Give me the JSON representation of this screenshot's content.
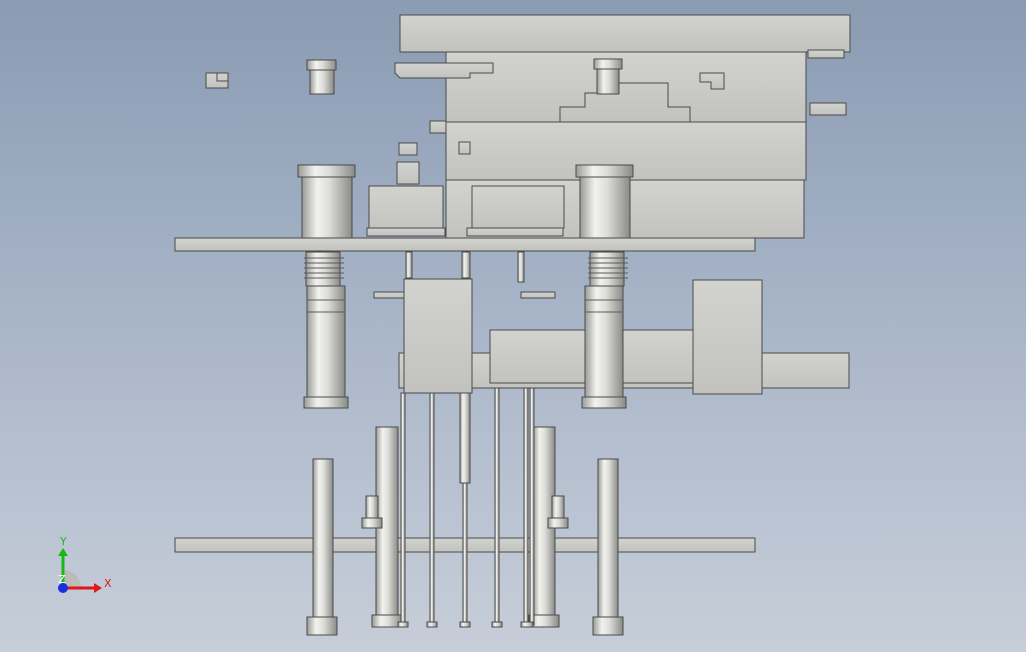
{
  "viewport": {
    "background_top": "#8a9bb2",
    "background_bottom": "#c7ced9",
    "part_fill": "#c9c9c5",
    "part_edge": "#4a4a4a"
  },
  "triad": {
    "x_label": "X",
    "y_label": "Y",
    "z_label": "Z",
    "x_color": "#e01818",
    "y_color": "#18b818",
    "z_color": "#1830e0"
  }
}
